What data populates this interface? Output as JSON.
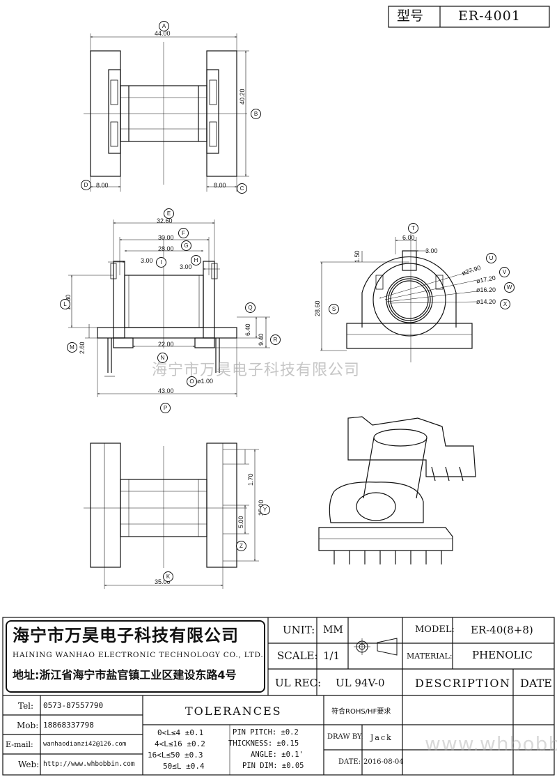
{
  "header": {
    "model_label": "型号",
    "model_value": "ER-4001"
  },
  "dims": {
    "A": "44.00",
    "B": "40.20",
    "D": "8.00",
    "G": "8.00",
    "E": "32.60",
    "F": "30.00",
    "G2": "28.00",
    "I": "3.00",
    "H": "3.00",
    "L": "14.80",
    "M": "2.60",
    "Q": "6.40",
    "R": "9.40",
    "N": "22.00",
    "O": "ø1.00",
    "P": "43.00",
    "T": "6.00",
    "T2": "3.00",
    "S1": "1.50",
    "S": "28.60",
    "U": "ø27.90",
    "V": "ø17.20",
    "W": "ø16.20",
    "X": "ø14.20",
    "K": "35.00",
    "Y": "35.00",
    "Y2": "1.70",
    "Z": "5.00"
  },
  "callouts": [
    "A",
    "B",
    "D",
    "C",
    "E",
    "F",
    "G",
    "I",
    "H",
    "L",
    "M",
    "Q",
    "R",
    "N",
    "O",
    "P",
    "T",
    "S",
    "U",
    "V",
    "W",
    "X",
    "K",
    "Y",
    "Z"
  ],
  "watermark": "海宁市万昊电子科技有限公司",
  "company": {
    "name_cn": "海宁市万昊电子科技有限公司",
    "name_en": "HAINING WANHAO ELECTRONIC TECHNOLOGY CO., LTD.",
    "address": "地址:浙江省海宁市盐官镇工业区建设东路4号"
  },
  "spec": {
    "unit_label": "UNIT:",
    "unit_value": "MM",
    "scale_label": "SCALE:",
    "scale_value": "1/1",
    "ul_label": "UL REC:",
    "ul_value": "UL 94V-0",
    "model_label": "MODEL:",
    "model_value": "ER-40(8+8)",
    "material_label": "MATERIAL:",
    "material_value": "PHENOLIC",
    "description_label": "DESCRIPTION",
    "date_label": "DATE"
  },
  "contact": {
    "tel_label": "Tel:",
    "tel": "0573-87557790",
    "mob_label": "Mob:",
    "mob": "18868337798",
    "email_label": "E-mail:",
    "email": "wanhaodianzi42@126.com",
    "web_label": "Web:",
    "web": "http://www.whbobbin.com"
  },
  "tolerances": {
    "title": "TOLERANCES",
    "rohs": "符合ROHS/HF要求",
    "rows": [
      "0<L≤4 ±0.1",
      "4<L≤16 ±0.2",
      "16<L≤50 ±0.3",
      "50≤L ±0.4"
    ],
    "pin_rows": [
      "PIN PITCH: ±0.2",
      "THICKNESS: ±0.15",
      "ANGLE: ±0.1'",
      "PIN DIM: ±0.05"
    ]
  },
  "draw": {
    "label": "DRAW BY:",
    "value": "Jack",
    "date_label": "DATE:",
    "date_value": "2016-08-04"
  },
  "site_watermark": "www.whbobbin.com"
}
